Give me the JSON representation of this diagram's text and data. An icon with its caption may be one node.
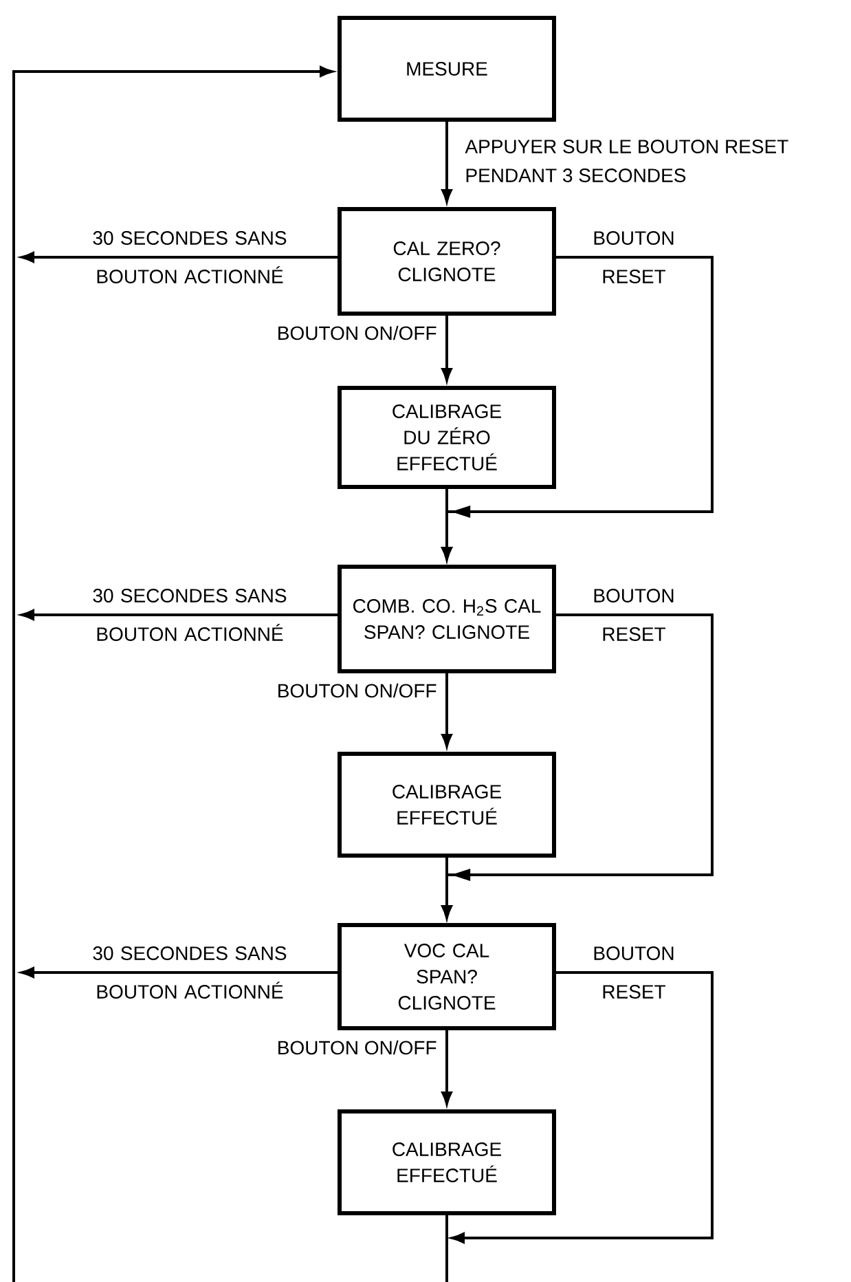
{
  "diagram": {
    "nodes": [
      {
        "text": [
          "MESURE"
        ]
      },
      {
        "text": [
          "CAL ZERO? CLIGNOTE"
        ]
      },
      {
        "text": [
          "CALIBRAGE DU ZÉRO EFFECTUÉ"
        ]
      },
      {
        "text": [
          "COMB. CO. H$_{2}$S CAL SPAN? CLIGNOTE"
        ]
      },
      {
        "text": [
          "CALIBRAGE EFFECTUÉ"
        ]
      },
      {
        "text": [
          "VOC CAL SPAN? CLIGNOTE"
        ]
      },
      {
        "text": [
          "CALIBRAGE EFFECTUÉ"
        ]
      }
    ],
    "edges": [
      {
        "from": 0,
        "to": 1,
        "arrow": "to",
        "label": "APPUYER SUR LE BOUTON RESET PENDANT 3 SECONDES"
      },
      {
        "from": 1,
        "to": null,
        "arrow": "to",
        "label": "30 SECONDES SANS BOUTON ACTIONNÉ"
      },
      {
        "from": 1,
        "to": 3,
        "arrow": "to",
        "label": "BOUTON RESET"
      },
      {
        "from": 1,
        "to": 2,
        "arrow": "to",
        "label": "BOUTON ON/OFF"
      },
      {
        "from": 2,
        "to": 3,
        "arrow": "to"
      },
      {
        "from": 3,
        "to": null,
        "arrow": "to",
        "label": "30 SECONDES SANS BOUTON ACTIONNÉ"
      },
      {
        "from": 3,
        "to": 5,
        "arrow": "to",
        "label": "BOUTON RESET"
      },
      {
        "from": 3,
        "to": 4,
        "arrow": "to",
        "label": "BOUTON ON/OFF"
      },
      {
        "from": 4,
        "to": 5,
        "arrow": "to"
      },
      {
        "from": 5,
        "to": null,
        "arrow": "to",
        "label": "30 SECONDES SANS BOUTON ACTIONNÉ"
      },
      {
        "from": 5,
        "to": null,
        "arrow": "to",
        "label": "BOUTON RESET"
      },
      {
        "from": 5,
        "to": 6,
        "arrow": "to",
        "label": "BOUTON ON/OFF"
      },
      {
        "from": 6,
        "to": null,
        "arrow": "none"
      },
      {
        "from": null,
        "to": 0,
        "arrow": "to"
      }
    ]
  }
}
